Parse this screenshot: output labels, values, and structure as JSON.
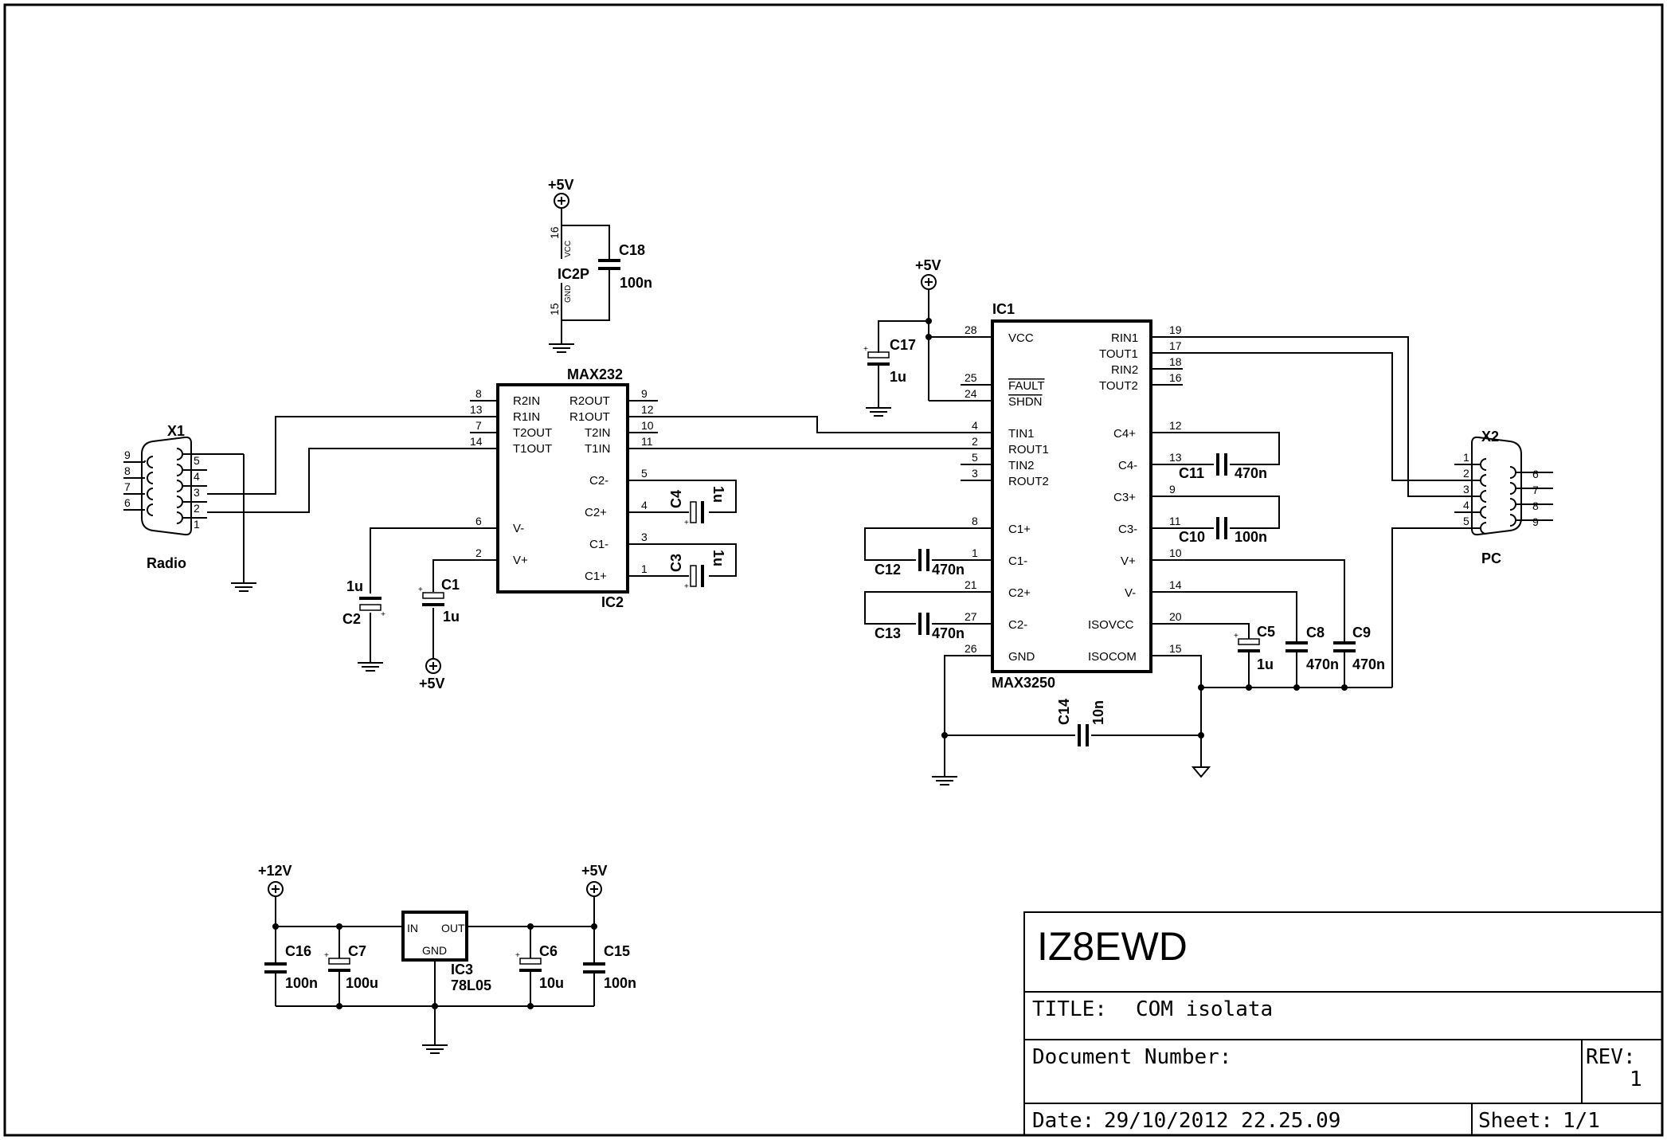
{
  "title_block": {
    "company": "IZ8EWD",
    "title_label": "TITLE:",
    "title": "COM isolata",
    "doc_label": "Document Number:",
    "rev_label": "REV:",
    "rev": "1",
    "date_label": "Date:",
    "date": "29/10/2012 22.25.09",
    "sheet_label": "Sheet:",
    "sheet": "1/1"
  },
  "ic2": {
    "type": "MAX232",
    "ref": "IC2",
    "left_pins": [
      {
        "num": "8",
        "name": "R2IN"
      },
      {
        "num": "13",
        "name": "R1IN"
      },
      {
        "num": "7",
        "name": "T2OUT"
      },
      {
        "num": "14",
        "name": "T1OUT"
      },
      {
        "num": "6",
        "name": "V-"
      },
      {
        "num": "2",
        "name": "V+"
      }
    ],
    "right_pins": [
      {
        "num": "9",
        "name": "R2OUT"
      },
      {
        "num": "12",
        "name": "R1OUT"
      },
      {
        "num": "10",
        "name": "T2IN"
      },
      {
        "num": "11",
        "name": "T1IN"
      },
      {
        "num": "5",
        "name": "C2-"
      },
      {
        "num": "4",
        "name": "C2+"
      },
      {
        "num": "3",
        "name": "C1-"
      },
      {
        "num": "1",
        "name": "C1+"
      }
    ]
  },
  "ic2p": {
    "ref": "IC2P",
    "vcc_pin": "16",
    "vcc_name": "VCC",
    "gnd_pin": "15",
    "gnd_name": "GND"
  },
  "ic1": {
    "ref": "IC1",
    "type": "MAX3250",
    "left_pins": [
      {
        "num": "28",
        "name": "VCC"
      },
      {
        "num": "25",
        "name": "FAULT"
      },
      {
        "num": "24",
        "name": "SHDN"
      },
      {
        "num": "4",
        "name": "TIN1"
      },
      {
        "num": "2",
        "name": "ROUT1"
      },
      {
        "num": "5",
        "name": "TIN2"
      },
      {
        "num": "3",
        "name": "ROUT2"
      },
      {
        "num": "8",
        "name": "C1+"
      },
      {
        "num": "1",
        "name": "C1-"
      },
      {
        "num": "21",
        "name": "C2+"
      },
      {
        "num": "27",
        "name": "C2-"
      },
      {
        "num": "26",
        "name": "GND"
      }
    ],
    "right_pins": [
      {
        "num": "19",
        "name": "RIN1"
      },
      {
        "num": "17",
        "name": "TOUT1"
      },
      {
        "num": "18",
        "name": "RIN2"
      },
      {
        "num": "16",
        "name": "TOUT2"
      },
      {
        "num": "12",
        "name": "C4+"
      },
      {
        "num": "13",
        "name": "C4-"
      },
      {
        "num": "9",
        "name": "C3+"
      },
      {
        "num": "11",
        "name": "C3-"
      },
      {
        "num": "10",
        "name": "V+"
      },
      {
        "num": "14",
        "name": "V-"
      },
      {
        "num": "20",
        "name": "ISOVCC"
      },
      {
        "num": "15",
        "name": "ISOCOM"
      }
    ]
  },
  "ic3": {
    "ref": "IC3",
    "type": "78L05",
    "in": "IN",
    "out": "OUT",
    "gnd": "GND"
  },
  "x1": {
    "ref": "X1",
    "label": "Radio",
    "left_pins": [
      "9",
      "8",
      "7",
      "6"
    ],
    "right_pins": [
      "5",
      "4",
      "3",
      "2",
      "1"
    ]
  },
  "x2": {
    "ref": "X2",
    "label": "PC",
    "left_pins": [
      "1",
      "2",
      "3",
      "4",
      "5"
    ],
    "right_pins": [
      "6",
      "7",
      "8",
      "9"
    ]
  },
  "power": {
    "p5v": "+5V",
    "p12v": "+12V"
  },
  "caps": {
    "c1": {
      "ref": "C1",
      "val": "1u"
    },
    "c2": {
      "ref": "C2",
      "val": "1u"
    },
    "c3": {
      "ref": "C3",
      "val": "1u"
    },
    "c4": {
      "ref": "C4",
      "val": "1u"
    },
    "c5": {
      "ref": "C5",
      "val": "1u"
    },
    "c6": {
      "ref": "C6",
      "val": "10u"
    },
    "c7": {
      "ref": "C7",
      "val": "100u"
    },
    "c8": {
      "ref": "C8",
      "val": "470n"
    },
    "c9": {
      "ref": "C9",
      "val": "470n"
    },
    "c10": {
      "ref": "C10",
      "val": "100n"
    },
    "c11": {
      "ref": "C11",
      "val": "470n"
    },
    "c12": {
      "ref": "C12",
      "val": "470n"
    },
    "c13": {
      "ref": "C13",
      "val": "470n"
    },
    "c14": {
      "ref": "C14",
      "val": "10n"
    },
    "c15": {
      "ref": "C15",
      "val": "100n"
    },
    "c16": {
      "ref": "C16",
      "val": "100n"
    },
    "c17": {
      "ref": "C17",
      "val": "1u"
    },
    "c18": {
      "ref": "C18",
      "val": "100n"
    }
  }
}
